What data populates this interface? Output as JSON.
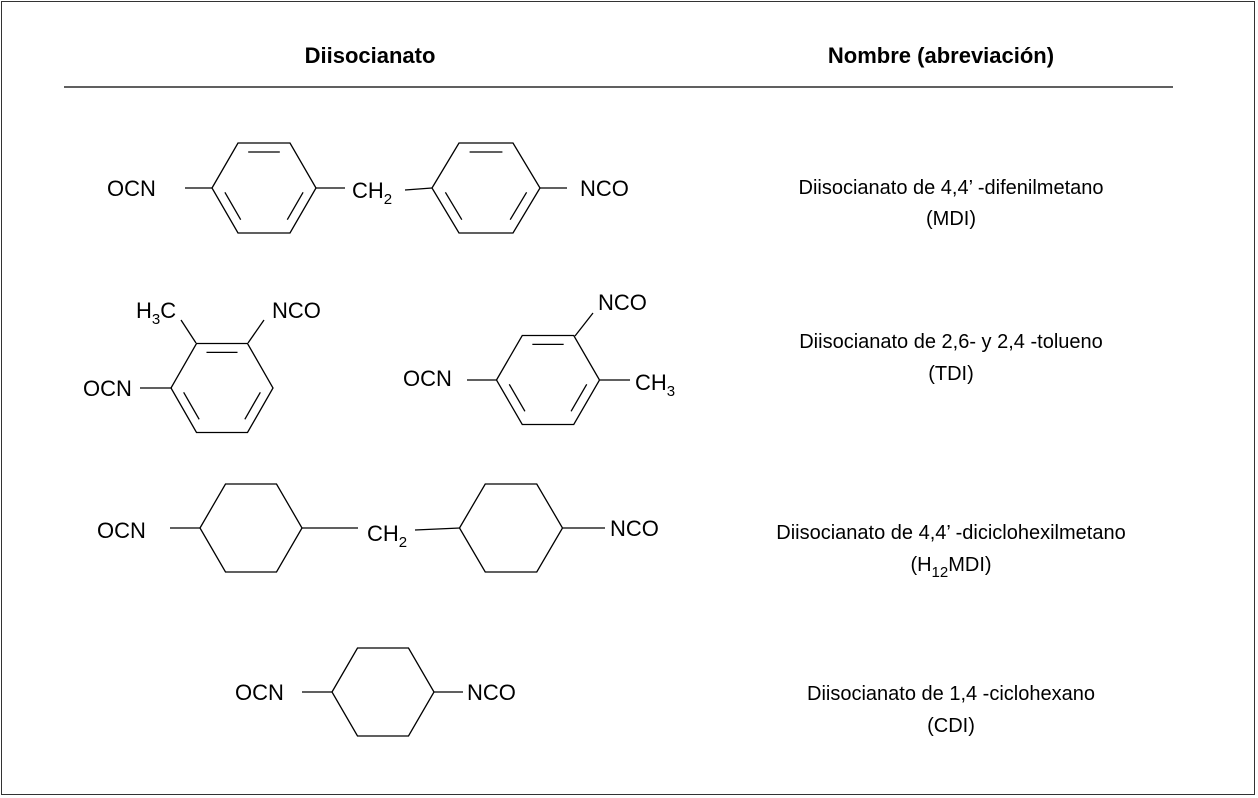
{
  "table": {
    "headers": {
      "structure": "Diisocianato",
      "name": "Nombre (abreviación)"
    },
    "rows": [
      {
        "labels": [
          [
            {
              "t": "OCN"
            }
          ],
          [
            {
              "t": "CH"
            },
            {
              "s": "2"
            }
          ],
          [
            {
              "t": "NCO"
            }
          ]
        ],
        "name_line1": [
          {
            "t": "Diisocianato de 4,4’ -difenilmetano"
          }
        ],
        "name_line2": [
          {
            "t": "(MDI)"
          }
        ]
      },
      {
        "labels": [
          [
            {
              "t": "H"
            },
            {
              "s": "3"
            },
            {
              "t": "C"
            }
          ],
          [
            {
              "t": "NCO"
            }
          ],
          [
            {
              "t": "OCN"
            }
          ],
          [
            {
              "t": "NCO"
            }
          ],
          [
            {
              "t": "OCN"
            }
          ],
          [
            {
              "t": "CH"
            },
            {
              "s": "3"
            }
          ]
        ],
        "name_line1": [
          {
            "t": "Diisocianato de 2,6- y 2,4 -tolueno"
          }
        ],
        "name_line2": [
          {
            "t": "(TDI)"
          }
        ]
      },
      {
        "labels": [
          [
            {
              "t": "OCN"
            }
          ],
          [
            {
              "t": "CH"
            },
            {
              "s": "2"
            }
          ],
          [
            {
              "t": "NCO"
            }
          ]
        ],
        "name_line1": [
          {
            "t": "Diisocianato de 4,4’ -diciclohexilmetano"
          }
        ],
        "name_line2": [
          {
            "t": "(H"
          },
          {
            "s": "12"
          },
          {
            "t": "MDI)"
          }
        ]
      },
      {
        "labels": [
          [
            {
              "t": "OCN"
            }
          ],
          [
            {
              "t": "NCO"
            }
          ]
        ],
        "name_line1": [
          {
            "t": "Diisocianato de 1,4 -ciclohexano"
          }
        ],
        "name_line2": [
          {
            "t": "(CDI)"
          }
        ]
      }
    ]
  }
}
